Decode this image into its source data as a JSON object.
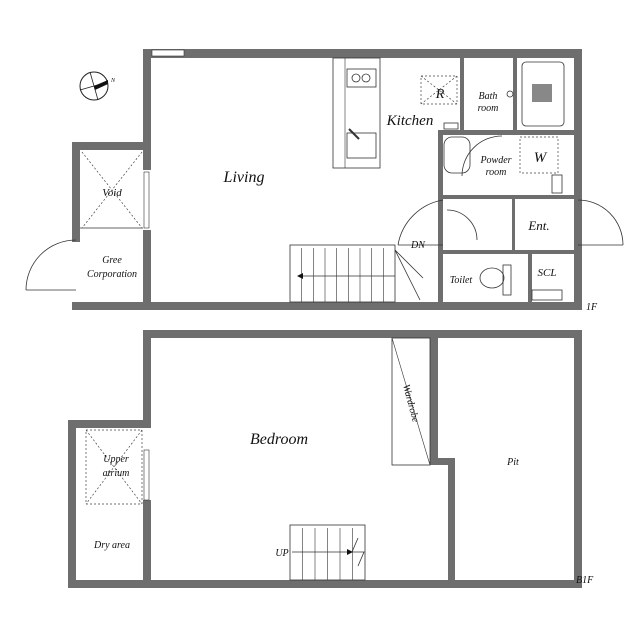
{
  "compass": {
    "north_label": "N",
    "icon": "compass-icon"
  },
  "floors": [
    {
      "name": "1F",
      "rooms": {
        "living": "Living",
        "kitchen": "Kitchen",
        "refrigerator": "R",
        "bath": [
          "Bath",
          "room"
        ],
        "powder": [
          "Powder",
          "room"
        ],
        "washer": "W",
        "void": "Void",
        "gree": [
          "Gree",
          "Corporation"
        ],
        "entrance": "Ent.",
        "toilet": "Toilet",
        "scl": "SCL",
        "stairs": "DN"
      }
    },
    {
      "name": "B1F",
      "rooms": {
        "bedroom": "Bedroom",
        "wardrobe": "Wardrobe",
        "pit": "Pit",
        "atrium": [
          "Upper",
          "atrium"
        ],
        "dry_area": "Dry area",
        "stairs": "UP"
      }
    }
  ],
  "colors": {
    "wall": "#6e6e6e",
    "line": "#333333"
  }
}
